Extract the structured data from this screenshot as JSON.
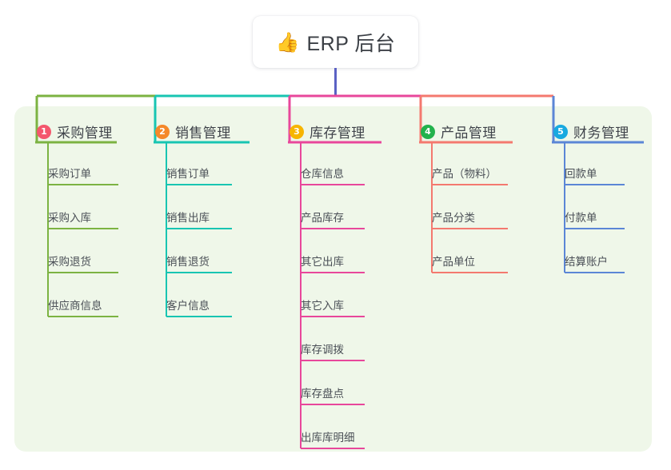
{
  "root": {
    "icon": "thumbs-up-icon",
    "emoji": "👍",
    "title": "ERP 后台"
  },
  "palette": {
    "panel_bg": "#eff7e9",
    "card_bg": "#ffffff",
    "text": "#3f434a",
    "root_stem": "#5b61c4"
  },
  "columns": [
    {
      "number": "1",
      "title": "采购管理",
      "line_color": "#7cb342",
      "badge_color": "#f4576d",
      "items": [
        {
          "label": "采购订单"
        },
        {
          "label": "采购入库"
        },
        {
          "label": "采购退货"
        },
        {
          "label": "供应商信息"
        }
      ]
    },
    {
      "number": "2",
      "title": "销售管理",
      "line_color": "#18c5b2",
      "badge_color": "#f5882a",
      "items": [
        {
          "label": "销售订单"
        },
        {
          "label": "销售出库"
        },
        {
          "label": "销售退货"
        },
        {
          "label": "客户信息"
        }
      ]
    },
    {
      "number": "3",
      "title": "库存管理",
      "line_color": "#e8479b",
      "badge_color": "#f7b500",
      "items": [
        {
          "label": "仓库信息"
        },
        {
          "label": "产品库存"
        },
        {
          "label": "其它出库"
        },
        {
          "label": "其它入库"
        },
        {
          "label": "库存调拨"
        },
        {
          "label": "库存盘点"
        },
        {
          "label": "出库库明细"
        }
      ]
    },
    {
      "number": "4",
      "title": "产品管理",
      "line_color": "#f2projector",
      "badge_color": "#22b24c",
      "items": [
        {
          "label": "产品（物料）"
        },
        {
          "label": "产品分类"
        },
        {
          "label": "产品单位"
        }
      ]
    },
    {
      "number": "5",
      "title": "财务管理",
      "line_color": "#5b86d6",
      "badge_color": "#18a9e0",
      "items": [
        {
          "label": "回款单"
        },
        {
          "label": "付款单"
        },
        {
          "label": "结算账户"
        }
      ]
    }
  ]
}
